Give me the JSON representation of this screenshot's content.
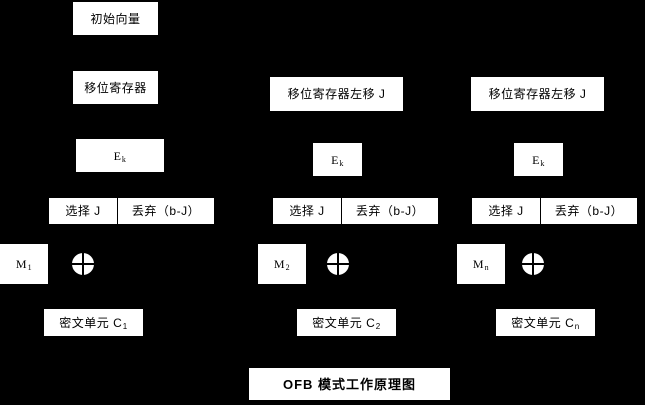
{
  "diagram": {
    "title": "OFB 模式工作原理图",
    "background_color": "#000000",
    "node_color": "#ffffff",
    "text_color": "#000000",
    "columns": [
      {
        "id": "stage-1",
        "shift_register": "移位寄存器",
        "encrypt": "E",
        "encrypt_sub": "k",
        "select": "选择 J",
        "discard": "丢弃（b-J）",
        "plaintext": "M",
        "plaintext_sub": "1",
        "ciphertext": "密文单元 C",
        "ciphertext_sub": "1",
        "xor": "xor-operator"
      },
      {
        "id": "stage-2",
        "shift_register": "移位寄存器左移 J",
        "encrypt": "E",
        "encrypt_sub": "k",
        "select": "选择 J",
        "discard": "丢弃（b-J）",
        "plaintext": "M",
        "plaintext_sub": "2",
        "ciphertext": "密文单元 C",
        "ciphertext_sub": "2",
        "xor": "xor-operator"
      },
      {
        "id": "stage-n",
        "shift_register": "移位寄存器左移 J",
        "encrypt": "E",
        "encrypt_sub": "k",
        "select": "选择 J",
        "discard": "丢弃（b-J）",
        "plaintext": "M",
        "plaintext_sub": "n",
        "ciphertext": "密文单元 C",
        "ciphertext_sub": "n",
        "xor": "xor-operator"
      }
    ],
    "initial_vector": "初始向量"
  }
}
